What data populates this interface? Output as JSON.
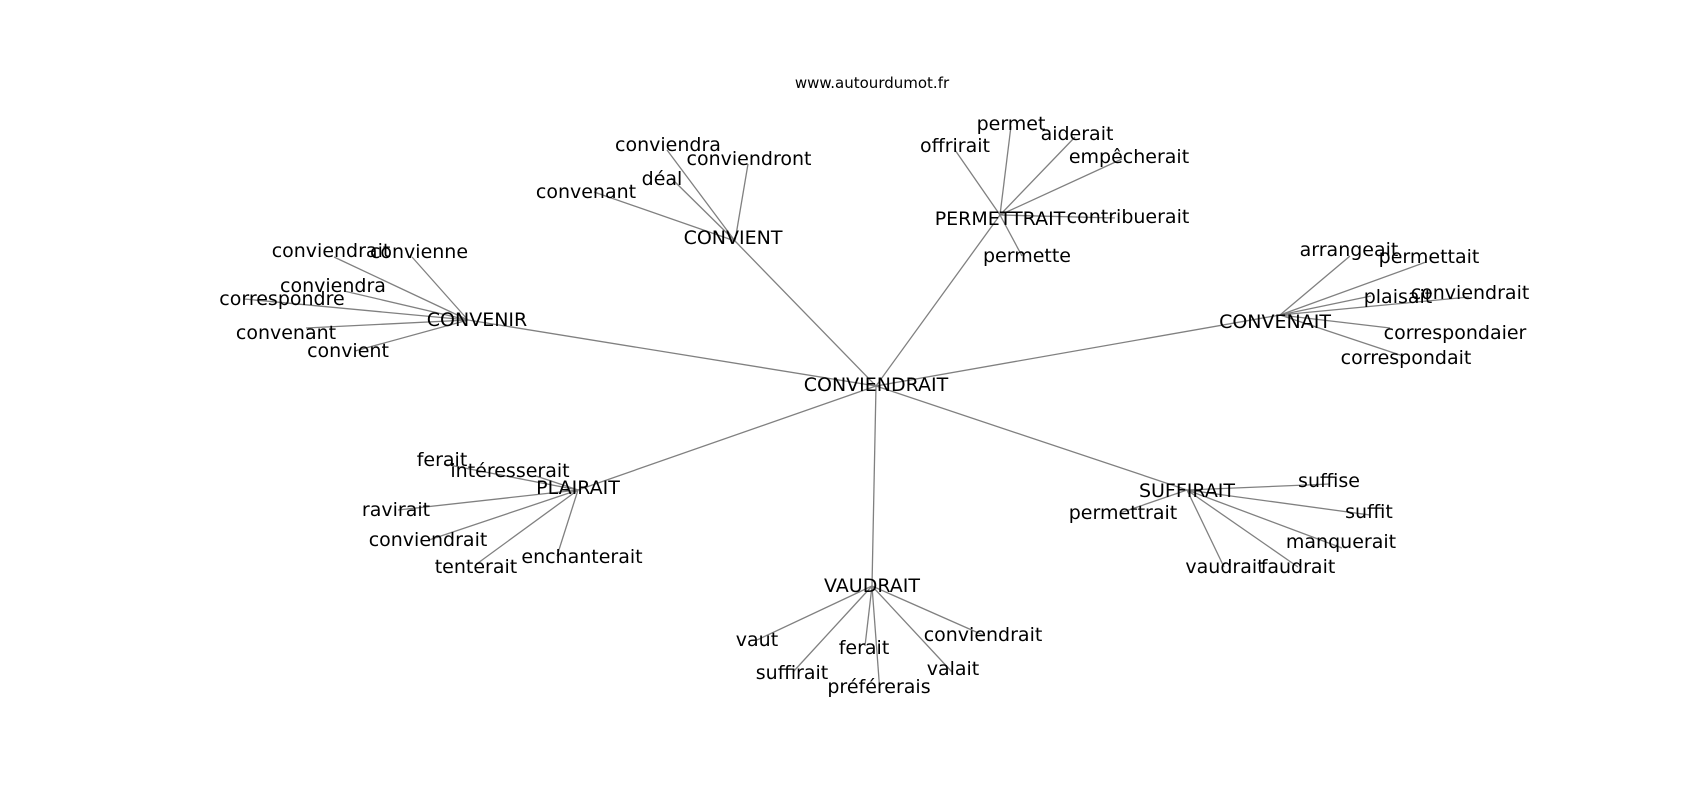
{
  "site": "www.autourdumot.fr",
  "root": "CONVIENDRAIT",
  "hubs": [
    {
      "label": "CONVIENT",
      "leaves": [
        "conviendra",
        "conviendront",
        "déal",
        "convenant"
      ]
    },
    {
      "label": "PERMETTRAIT",
      "leaves": [
        "permet",
        "aiderait",
        "offrirait",
        "empêcherait",
        "contribuerait",
        "permette"
      ]
    },
    {
      "label": "CONVENIR",
      "leaves": [
        "conviendrait",
        "convienne",
        "conviendra",
        "correspondre",
        "convenant",
        "convient"
      ]
    },
    {
      "label": "CONVENAIT",
      "leaves": [
        "arrangeait",
        "permettait",
        "plaisait",
        "conviendrait",
        "correspondaier",
        "correspondait"
      ]
    },
    {
      "label": "PLAIRAIT",
      "leaves": [
        "ferait",
        "intéresserait",
        "ravirait",
        "conviendrait",
        "enchanterait",
        "tenterait"
      ]
    },
    {
      "label": "SUFFIRAIT",
      "leaves": [
        "suffise",
        "suffit",
        "manquerait",
        "faudrait",
        "vaudrait",
        "permettrait"
      ]
    },
    {
      "label": "VAUDRAIT",
      "leaves": [
        "vaut",
        "suffirait",
        "ferait",
        "préférerais",
        "valait",
        "conviendrait"
      ]
    }
  ]
}
